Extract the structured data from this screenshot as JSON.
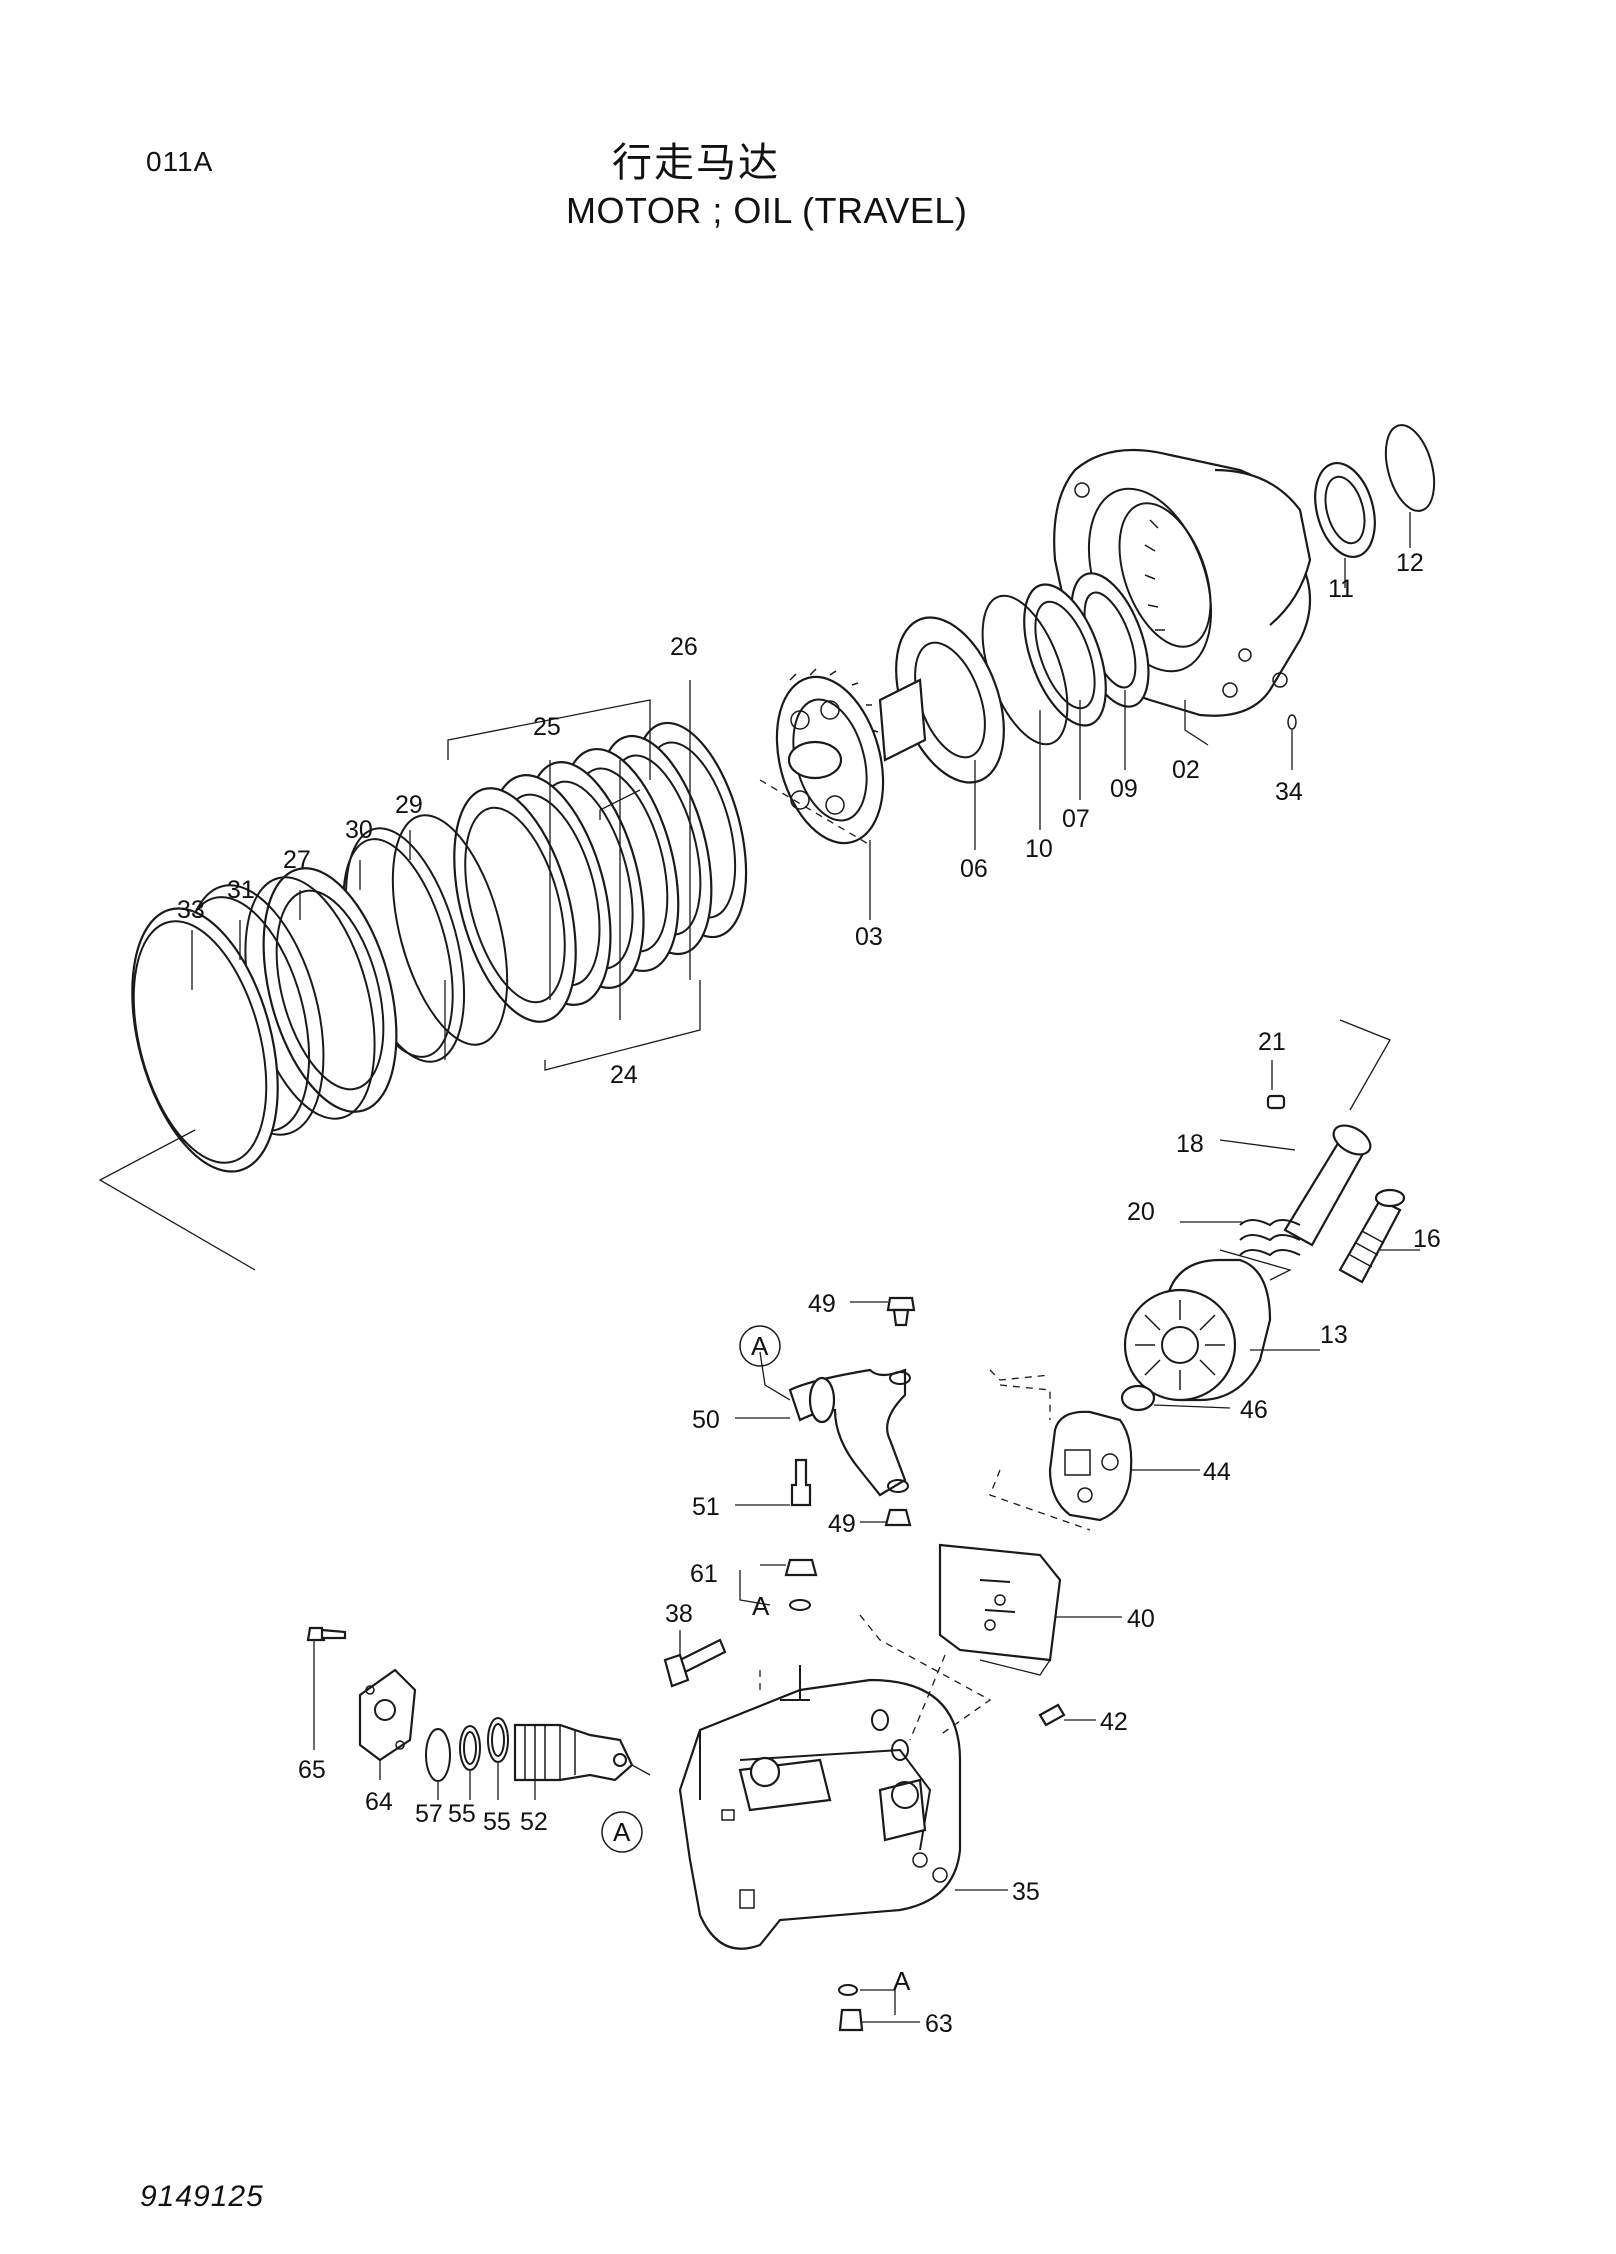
{
  "header": {
    "page_code": "011A",
    "title_cn": "行走马达",
    "title_en": "MOTOR ; OIL (TRAVEL)"
  },
  "footer": {
    "doc_number": "9149125"
  },
  "callouts": [
    {
      "id": "c-02",
      "label": "02"
    },
    {
      "id": "c-03",
      "label": "03"
    },
    {
      "id": "c-06",
      "label": "06"
    },
    {
      "id": "c-07",
      "label": "07"
    },
    {
      "id": "c-09",
      "label": "09"
    },
    {
      "id": "c-10",
      "label": "10"
    },
    {
      "id": "c-11",
      "label": "11"
    },
    {
      "id": "c-12",
      "label": "12"
    },
    {
      "id": "c-13",
      "label": "13"
    },
    {
      "id": "c-16",
      "label": "16"
    },
    {
      "id": "c-18",
      "label": "18"
    },
    {
      "id": "c-20",
      "label": "20"
    },
    {
      "id": "c-21",
      "label": "21"
    },
    {
      "id": "c-24",
      "label": "24"
    },
    {
      "id": "c-25",
      "label": "25"
    },
    {
      "id": "c-26",
      "label": "26"
    },
    {
      "id": "c-27",
      "label": "27"
    },
    {
      "id": "c-29",
      "label": "29"
    },
    {
      "id": "c-30",
      "label": "30"
    },
    {
      "id": "c-31",
      "label": "31"
    },
    {
      "id": "c-33",
      "label": "33"
    },
    {
      "id": "c-34",
      "label": "34"
    },
    {
      "id": "c-35",
      "label": "35"
    },
    {
      "id": "c-38",
      "label": "38"
    },
    {
      "id": "c-40",
      "label": "40"
    },
    {
      "id": "c-42",
      "label": "42"
    },
    {
      "id": "c-44",
      "label": "44"
    },
    {
      "id": "c-46",
      "label": "46"
    },
    {
      "id": "c-49a",
      "label": "49"
    },
    {
      "id": "c-49b",
      "label": "49"
    },
    {
      "id": "c-50",
      "label": "50"
    },
    {
      "id": "c-51",
      "label": "51"
    },
    {
      "id": "c-52",
      "label": "52"
    },
    {
      "id": "c-55a",
      "label": "55"
    },
    {
      "id": "c-55b",
      "label": "55"
    },
    {
      "id": "c-57",
      "label": "57"
    },
    {
      "id": "c-61",
      "label": "61"
    },
    {
      "id": "c-63",
      "label": "63"
    },
    {
      "id": "c-64",
      "label": "64"
    },
    {
      "id": "c-65",
      "label": "65"
    }
  ],
  "reference_marks": {
    "circled": "A",
    "plain": "A"
  }
}
